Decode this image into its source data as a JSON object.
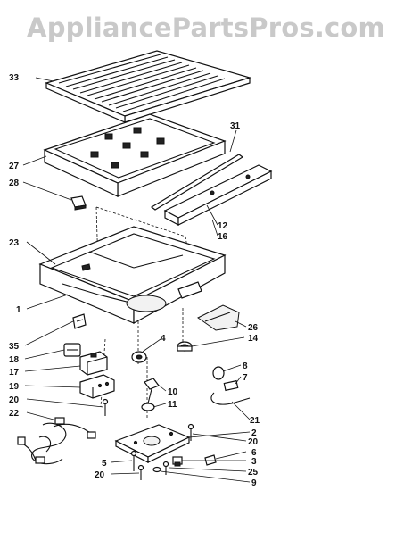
{
  "watermark": "AppliancePartsPros.com",
  "part_labels": [
    "33",
    "31",
    "27",
    "28",
    "12",
    "16",
    "23",
    "1",
    "26",
    "14",
    "35",
    "4",
    "18",
    "17",
    "19",
    "10",
    "11",
    "20",
    "8",
    "7",
    "22",
    "21",
    "2",
    "20",
    "6",
    "3",
    "25",
    "5",
    "20",
    "9"
  ]
}
